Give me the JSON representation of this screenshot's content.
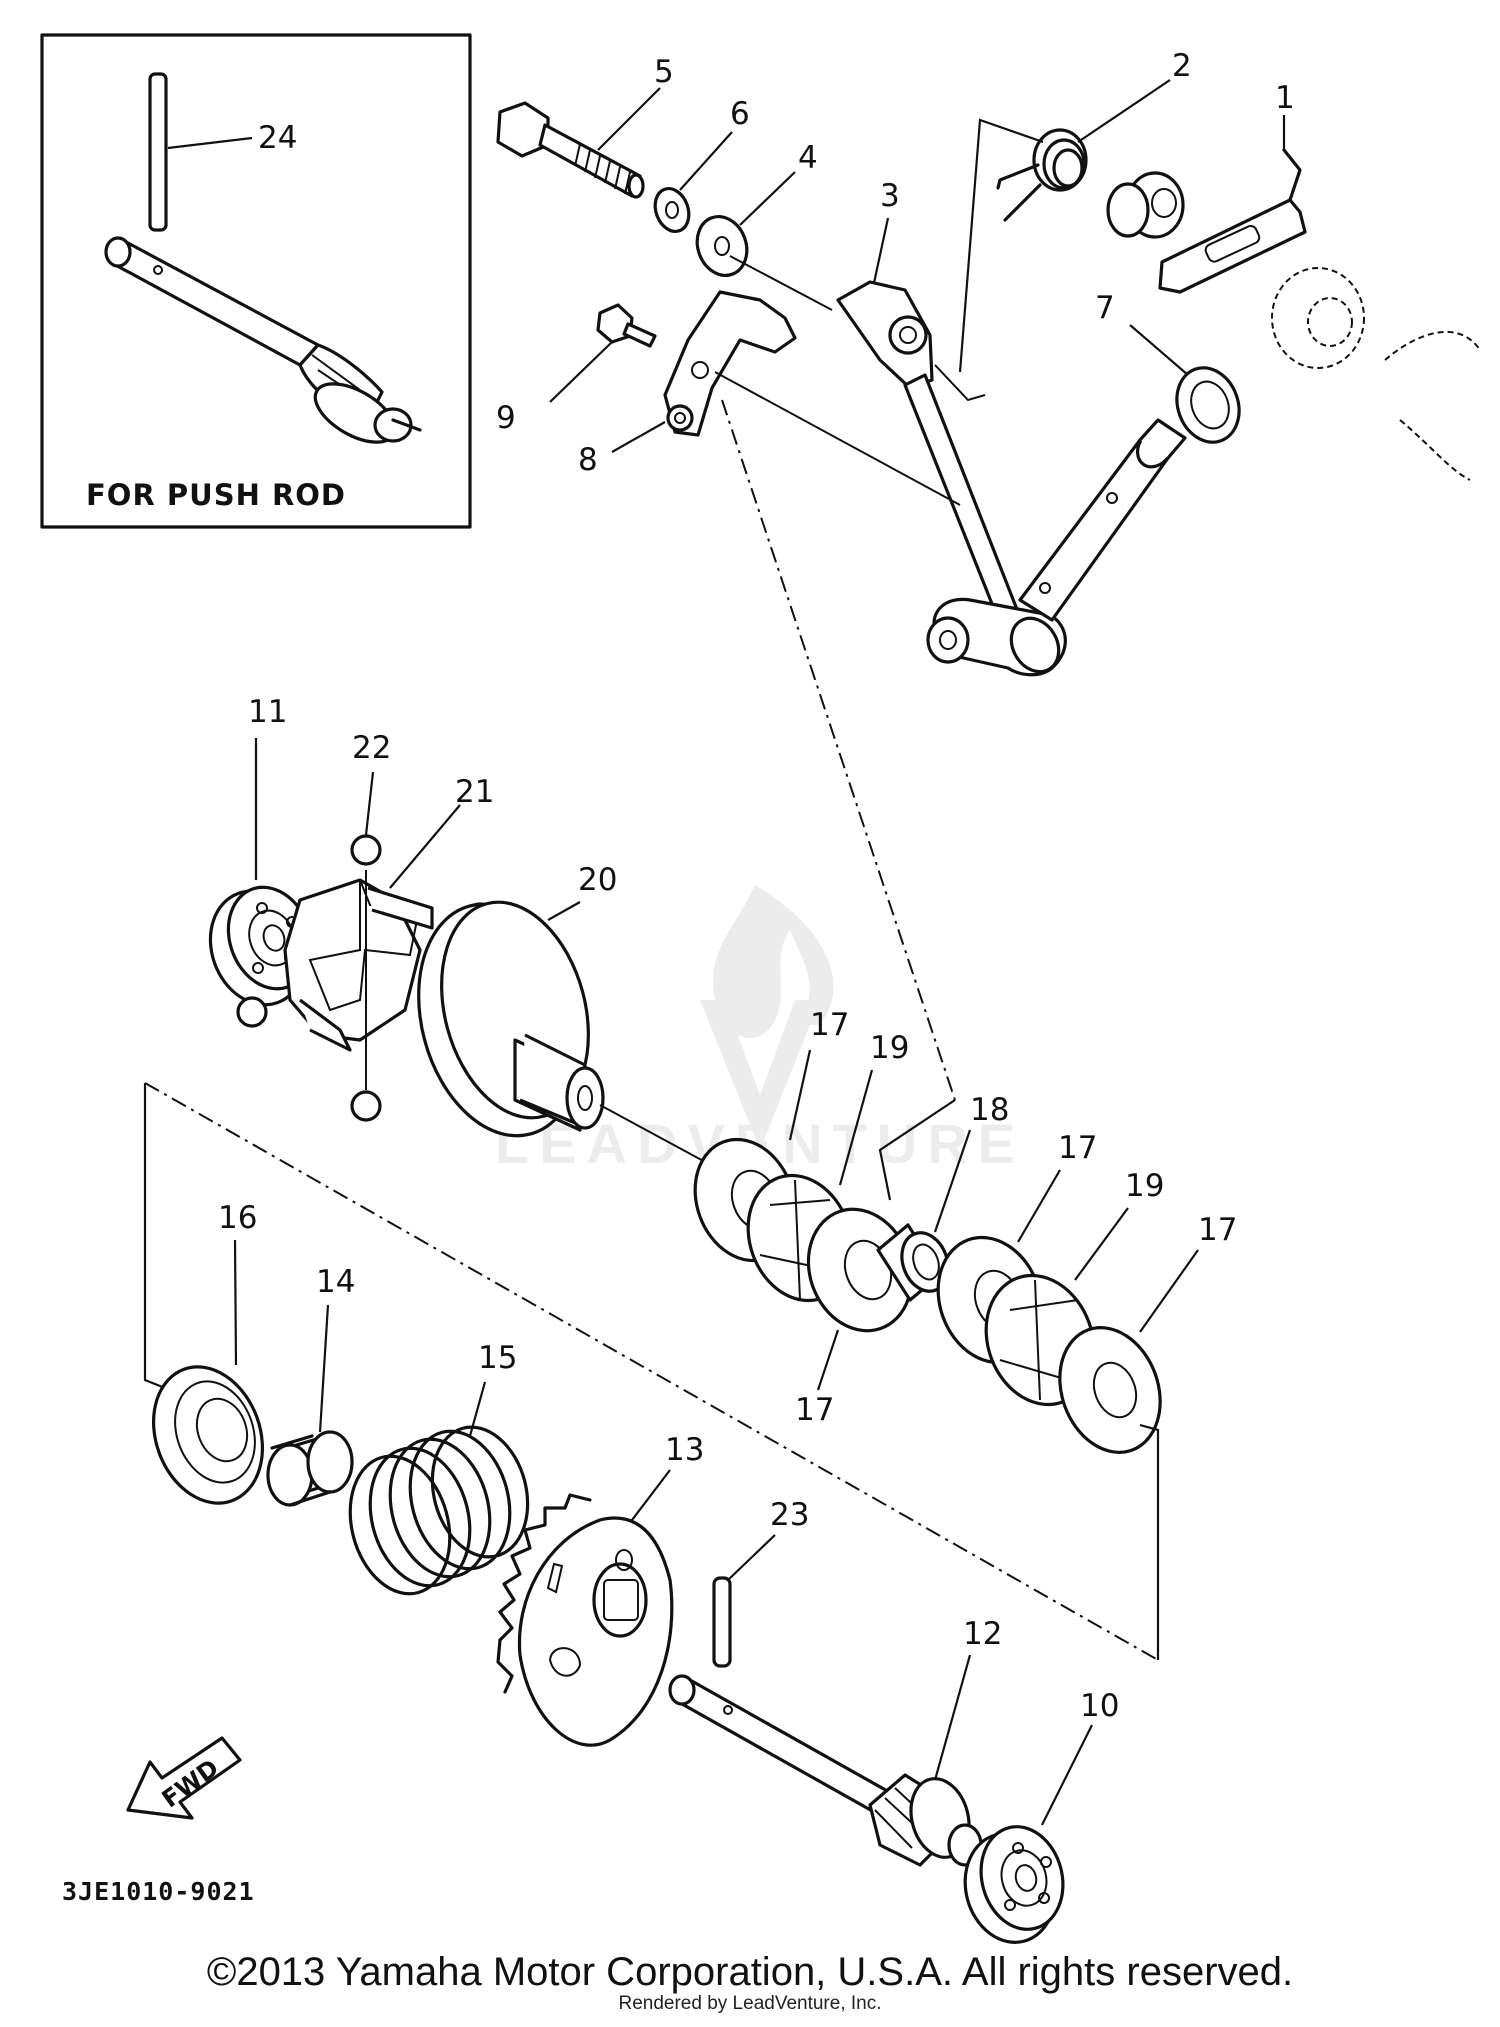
{
  "inset": {
    "label": "FOR PUSH ROD"
  },
  "callouts": {
    "c1": "1",
    "c2": "2",
    "c3": "3",
    "c4": "4",
    "c5": "5",
    "c6": "6",
    "c7": "7",
    "c8": "8",
    "c9": "9",
    "c10": "10",
    "c11": "11",
    "c12": "12",
    "c13": "13",
    "c14": "14",
    "c15": "15",
    "c16": "16",
    "c17a": "17",
    "c17b": "17",
    "c17c": "17",
    "c17d": "17",
    "c18": "18",
    "c19a": "19",
    "c19b": "19",
    "c20": "20",
    "c21": "21",
    "c22": "22",
    "c23": "23",
    "c24": "24"
  },
  "fwd_arrow": {
    "label": "FWD"
  },
  "drawing_number": "3JE1010-9021",
  "footer": {
    "copyright": "©2013 Yamaha Motor Corporation, U.S.A. All rights reserved.",
    "rendered_by": "Rendered by LeadVenture, Inc."
  },
  "watermark": {
    "text": "LEADVENTURE",
    "icon": "flame-v-logo-icon"
  }
}
